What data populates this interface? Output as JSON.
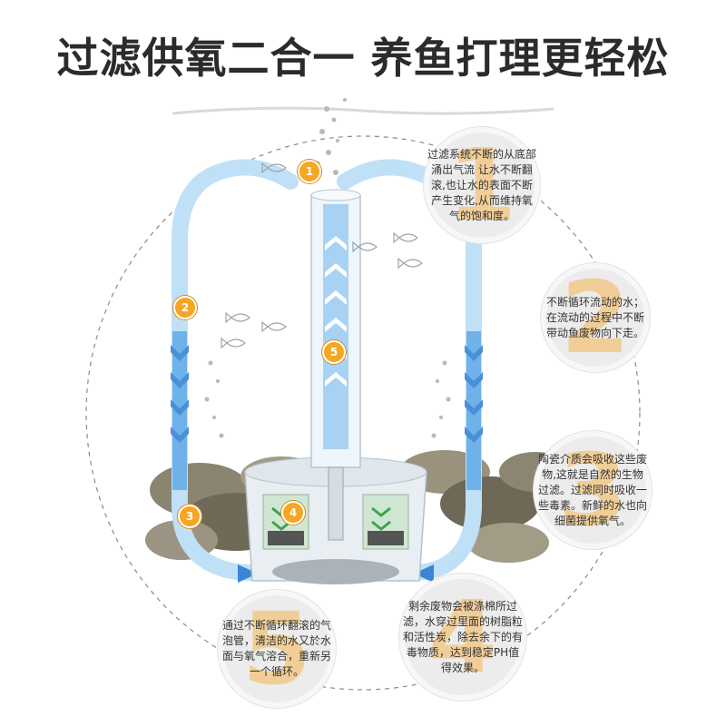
{
  "title": "过滤供氧二合一 养鱼打理更轻松",
  "colors": {
    "marker": "#f5a623",
    "water_flow": "#5aa9e6",
    "bubble_bg": "#ececec",
    "number_watermark": "#f3c98a"
  },
  "markers": [
    "1",
    "2",
    "3",
    "4",
    "5"
  ],
  "callouts": [
    {
      "number": "1",
      "text": "过滤系统不断的从底部涌出气流 让水不断翻滚,也让水的表面不断产生变化,从而维持氧气的饱和度。"
    },
    {
      "number": "2",
      "text": "不断循环流动的水；在流动的过程中不断带动鱼废物向下走。"
    },
    {
      "number": "3",
      "text": "陶瓷介质会吸收这些废物,这就是自然的生物过滤。过滤同时吸收一些毒素。新鲜的水也向细菌提供氧气。"
    },
    {
      "number": "4",
      "text": "剩余废物会被涤棉所过滤，水穿过里面的树脂粒和活性炭，除去余下的有毒物质，达到稳定PH值得效果。"
    },
    {
      "number": "5",
      "text": "通过不断循环翻滚的气泡管，清洁的水又於水面与氧气溶合，重新另一个循环。"
    }
  ]
}
